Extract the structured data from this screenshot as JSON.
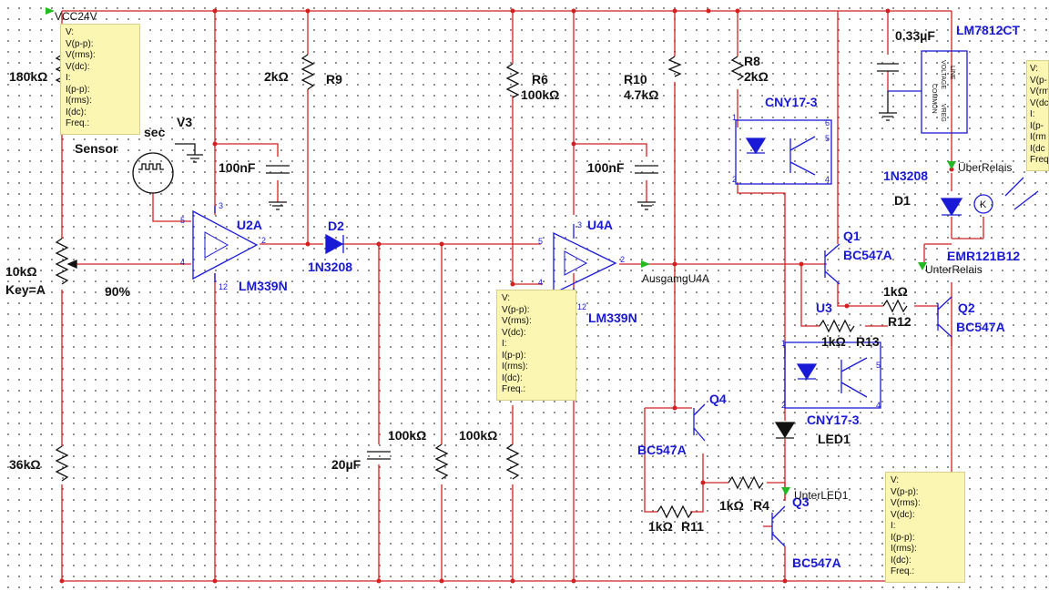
{
  "labels": {
    "vcc": "VCC24V",
    "r_180k": "180kΩ",
    "sensor_name": "V3",
    "sensor_time": "sec",
    "sensor_label": "Sensor",
    "r9_val": "2kΩ",
    "r9_name": "R9",
    "c_100n_left": "100nF",
    "u2a_name": "U2A",
    "u2a_part": "LM339N",
    "pot_val": "10kΩ",
    "pot_key": "Key=A",
    "pot_pct": "90%",
    "d2_name": "D2",
    "d2_part": "1N3208",
    "r_36k": "36kΩ",
    "c_20u": "20µF",
    "r_100k_a": "100kΩ",
    "r_100k_b": "100kΩ",
    "r6_name": "R6",
    "r6_val": "100kΩ",
    "c_100n_right": "100nF",
    "u4a_name": "U4A",
    "u4a_part": "LM339N",
    "net_ausgang": "AusgamgU4A",
    "r10_name": "R10",
    "r10_val": "4.7kΩ",
    "r8_name": "R8",
    "r8_val": "2kΩ",
    "cny_top": "CNY17-3",
    "cny_bottom": "CNY17-3",
    "q1_name": "Q1",
    "q1_part": "BC547A",
    "q2_name": "Q2",
    "q2_part": "BC547A",
    "q4_name": "Q4",
    "q4_part": "BC547A",
    "q3_name": "Q3",
    "q3_part": "BC547A",
    "u3_name": "U3",
    "r12_val": "1kΩ",
    "r12_name": "R12",
    "r13_val": "1kΩ",
    "r13_name": "R13",
    "r4_val": "1kΩ",
    "r4_name": "R4",
    "r11_val": "1kΩ",
    "r11_name": "R11",
    "led1_name": "LED1",
    "net_unterled": "UnterLED1",
    "c_033": "0.33µF",
    "reg_part": "LM7812CT",
    "reg_text_1": "COMMON",
    "reg_text_2": "VOLTAGE",
    "reg_text_3": "LINE",
    "reg_text_4": "VREG",
    "d1_part": "1N3208",
    "d1_name": "D1",
    "net_ueber": "ÜberRelais",
    "net_unter": "UnterRelais",
    "relay_part": "EMR121B12",
    "relay_k": "K",
    "pin_3": "3",
    "pin_5": "5",
    "pin_4": "4",
    "pin_2": "2",
    "pin_12": "12",
    "pin_1": "1",
    "pin_6": "6"
  },
  "probe": {
    "rows": [
      "V:",
      "V(p-p):",
      "V(rms):",
      "V(dc):",
      "I:",
      "I(p-p):",
      "I(rms):",
      "I(dc):",
      "Freq.:"
    ]
  },
  "probe_right_partial": {
    "rows": [
      "V:",
      "V(p-",
      "V(rm",
      "V(dc",
      "I:",
      "I(p-",
      "I(rm",
      "I(dc",
      "Freq"
    ]
  },
  "colors": {
    "wire": "#d42020",
    "label_blue": "#1a1ad6",
    "probe_bg": "#fbf6b2",
    "probe_arrow": "#22b922"
  }
}
